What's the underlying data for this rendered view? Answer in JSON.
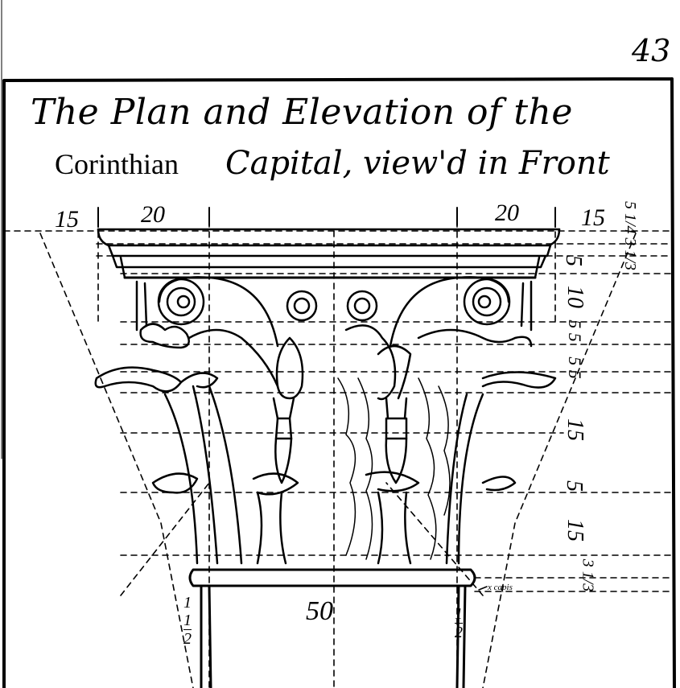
{
  "page": {
    "number": "43"
  },
  "title": {
    "line1": "The Plan and Elevation of the",
    "line2_roman": "Corinthian",
    "line2_italic": "Capital, view'd in Front"
  },
  "dimensions": {
    "top_left_outer": "15",
    "top_left_inner": "20",
    "top_right_inner": "20",
    "top_right_outer": "15",
    "right_scale": [
      "5 1/4 3 1/3",
      "5",
      "10",
      "5 5",
      "5 5",
      "15",
      "5",
      "15",
      "3 1/3"
    ],
    "astragal_width": "50",
    "left_fraction_num": "1",
    "left_fraction_mid": "1",
    "left_fraction_den": "2",
    "right_fraction_num": "1",
    "right_fraction_den": "2",
    "annotation": "x capis"
  }
}
